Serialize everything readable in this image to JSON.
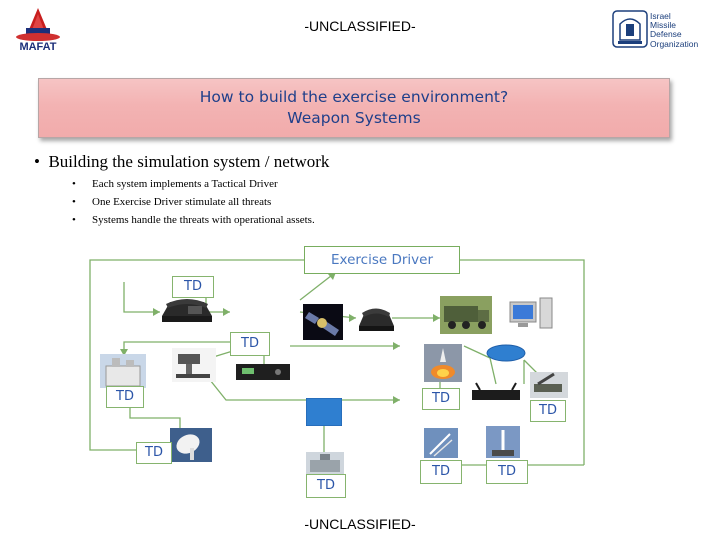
{
  "header": {
    "classification_top": "-UNCLASSIFIED-",
    "left_logo_text": "MAFAT",
    "right_logo_lines": [
      "Israel",
      "Missile",
      "Defense",
      "Organization"
    ]
  },
  "title": {
    "line1": "How to build the exercise environment?",
    "line2": "Weapon Systems"
  },
  "bullets": {
    "main": "Building the simulation system / network",
    "sub": [
      "Each system implements a Tactical Driver",
      "One Exercise Driver stimulate all threats",
      "Systems handle the threats with operational assets."
    ]
  },
  "diagram": {
    "exercise_driver": "Exercise Driver",
    "td_labels": [
      "TD",
      "TD",
      "TD",
      "TD",
      "TD",
      "TD",
      "TD",
      "TD",
      "TD"
    ],
    "colors": {
      "line": "#7fb069",
      "td_text": "#2b55a8",
      "box_fill": "#2f7fd0"
    }
  },
  "footer": {
    "classification_bottom": "-UNCLASSIFIED-"
  }
}
